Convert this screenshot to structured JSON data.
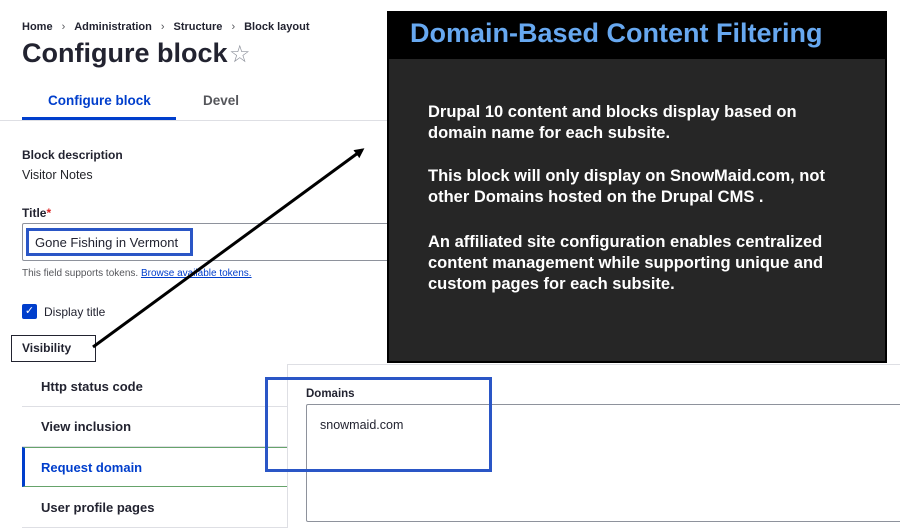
{
  "breadcrumb": [
    "Home",
    "Administration",
    "Structure",
    "Block layout"
  ],
  "breadcrumb_separator": "›",
  "page": {
    "title": "Configure block",
    "favorite_icon": "star-outline-icon"
  },
  "tabs": [
    {
      "label": "Configure block",
      "active": true
    },
    {
      "label": "Devel",
      "active": false
    }
  ],
  "form": {
    "block_description": {
      "label": "Block description",
      "value": "Visitor Notes"
    },
    "title": {
      "label": "Title",
      "required_mark": "*",
      "value": "Gone Fishing in Vermont",
      "hint_text": "This field supports tokens.",
      "hint_link": "Browse available tokens."
    },
    "display_title": {
      "label": "Display title",
      "checked": true
    },
    "visibility": {
      "label": "Visibility",
      "tabs": [
        {
          "label": "Http status code",
          "selected": false
        },
        {
          "label": "View inclusion",
          "selected": false
        },
        {
          "label": "Request domain",
          "selected": true
        },
        {
          "label": "User profile pages",
          "selected": false
        }
      ],
      "domains": {
        "label": "Domains",
        "value": "snowmaid.com"
      }
    }
  },
  "callout": {
    "title": "Domain-Based Content Filtering",
    "paragraphs": [
      "Drupal 10 content and blocks display based on domain name for each subsite.",
      "This block will only display on  SnowMaid.com, not other Domains hosted on the Drupal CMS .",
      "An affiliated site configuration enables centralized content management while supporting unique and custom pages for each subsite."
    ]
  },
  "colors": {
    "accent": "#003ecc",
    "annotation_highlight": "#2a56c6",
    "callout_title": "#67a8f0",
    "callout_background": "#262626",
    "required_marker": "#dc2323"
  }
}
